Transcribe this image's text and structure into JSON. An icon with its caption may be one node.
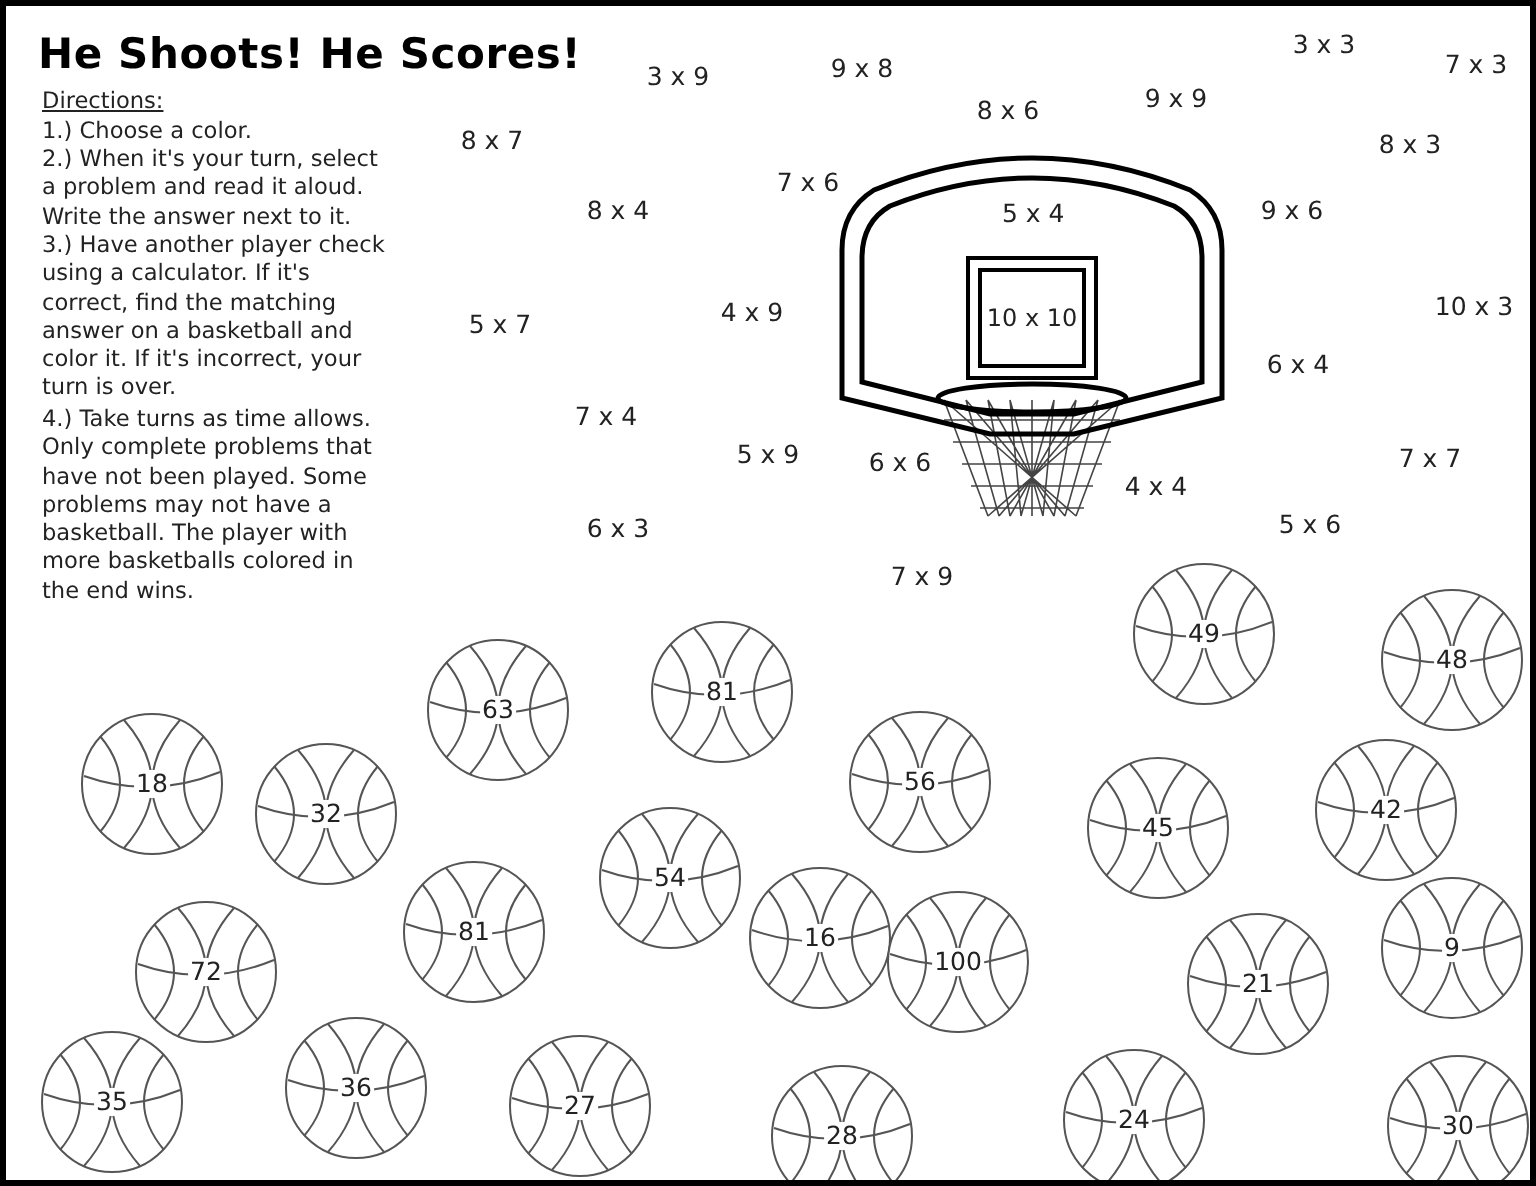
{
  "diagram": {
    "title": "He Shoots! He Scores!",
    "nodes": [
      {
        "text": [
          "5 x 4"
        ]
      },
      {
        "text": [
          "10 x 10"
        ],
        "in": 0
      },
      {
        "text": [
          "49"
        ]
      },
      {
        "text": [
          "48"
        ]
      },
      {
        "text": [
          "81"
        ]
      },
      {
        "text": [
          "63"
        ]
      },
      {
        "text": [
          "18"
        ]
      },
      {
        "text": [
          "56"
        ]
      },
      {
        "text": [
          "32"
        ]
      },
      {
        "text": [
          "42"
        ]
      },
      {
        "text": [
          "45"
        ]
      },
      {
        "text": [
          "54"
        ]
      },
      {
        "text": [
          "81"
        ]
      },
      {
        "text": [
          "16"
        ]
      },
      {
        "text": [
          "9"
        ]
      },
      {
        "text": [
          "100"
        ]
      },
      {
        "text": [
          "72"
        ]
      },
      {
        "text": [
          "21"
        ]
      },
      {
        "text": [
          "36"
        ]
      },
      {
        "text": [
          "35"
        ]
      },
      {
        "text": [
          "27"
        ]
      },
      {
        "text": [
          "24"
        ]
      },
      {
        "text": [
          "30"
        ]
      },
      {
        "text": [
          "28"
        ]
      }
    ],
    "edges": [],
    "labels": [
      "Directions:",
      "1.) Choose a color.",
      "2.) When it's your turn, select a problem and read it aloud. Write the answer next to it.",
      "3.) Have another player check using a calculator. If it's correct, find the matching answer on a basketball and color it. If it's incorrect, your turn is over.",
      "4.) Take turns as time allows. Only complete problems that have not been played. Some problems may not have a basketball. The player with more basketballs colored in the end wins.",
      "3 x 3",
      "7 x 3",
      "9 x 8",
      "3 x 9",
      "9 x 9",
      "8 x 6",
      "8 x 7",
      "8 x 3",
      "7 x 6",
      "8 x 4",
      "9 x 6",
      "4 x 9",
      "10 x 3",
      "5 x 7",
      "6 x 4",
      "7 x 4",
      "5 x 9",
      "6 x 6",
      "7 x 7",
      "4 x 4",
      "5 x 6",
      "6 x 3",
      "7 x 9"
    ]
  }
}
